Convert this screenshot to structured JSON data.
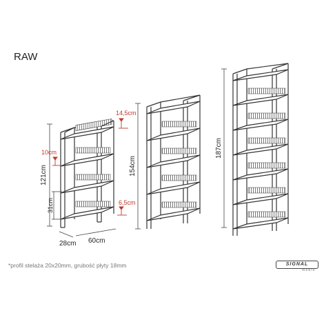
{
  "title": "RAW",
  "footnote": "*profil stelaża 20x20mm, grubość płyty 18mm",
  "logo": {
    "name": "SIGNAL",
    "tagline": "meble"
  },
  "dimensions": {
    "h121": "121cm",
    "h154": "154cm",
    "h187": "187cm",
    "depth": "28cm",
    "width": "60cm",
    "gap_top": "14,5cm",
    "gap_mid": "10cm",
    "gap_low": "31cm",
    "gap_bottom": "6,5cm"
  },
  "colors": {
    "frame": "#333333",
    "accent": "#c0392b",
    "dim_line": "#444444"
  }
}
